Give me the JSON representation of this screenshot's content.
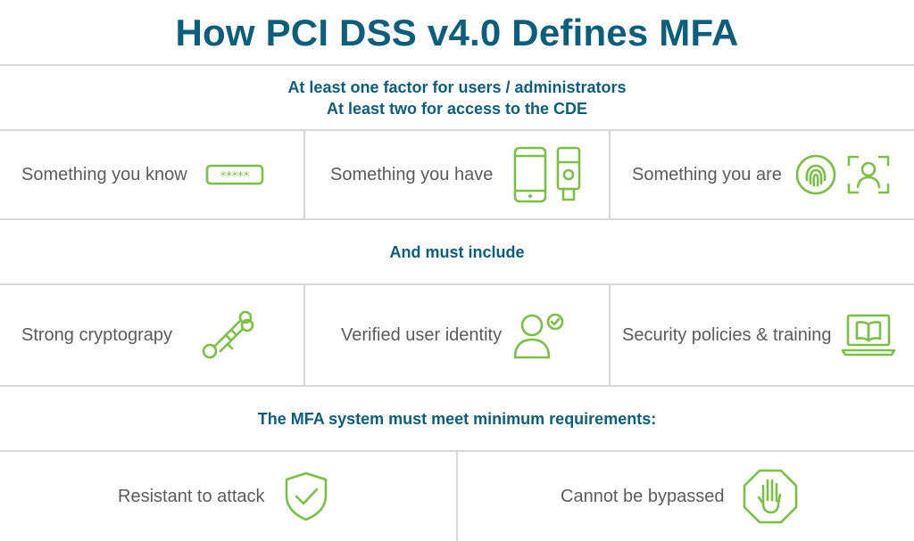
{
  "title": "How PCI DSS v4.0 Defines MFA",
  "factors_banner": {
    "line1": "At least one factor for users / administrators",
    "line2": "At least two for access to the CDE"
  },
  "factors": [
    {
      "label": "Something you know",
      "icon": "password-field-icon"
    },
    {
      "label": "Something you have",
      "icon": "phone-and-key-icon"
    },
    {
      "label": "Something you are",
      "icon": "fingerprint-and-face-scan-icon"
    }
  ],
  "include_banner": "And must include",
  "includes": [
    {
      "label": "Strong cryptograpy",
      "icon": "keys-icon"
    },
    {
      "label": "Verified user identity",
      "icon": "verified-user-icon"
    },
    {
      "label": "Security policies & training",
      "icon": "laptop-book-icon"
    }
  ],
  "requirements_banner": "The MFA system must meet minimum requirements:",
  "requirements": [
    {
      "label": "Resistant to attack",
      "icon": "shield-check-icon"
    },
    {
      "label": "Cannot be bypassed",
      "icon": "stop-hand-icon"
    }
  ],
  "colors": {
    "title": "#0b5e7c",
    "accent": "#7ac143",
    "text": "#5b5b5b",
    "grid": "#d8d8d8"
  }
}
